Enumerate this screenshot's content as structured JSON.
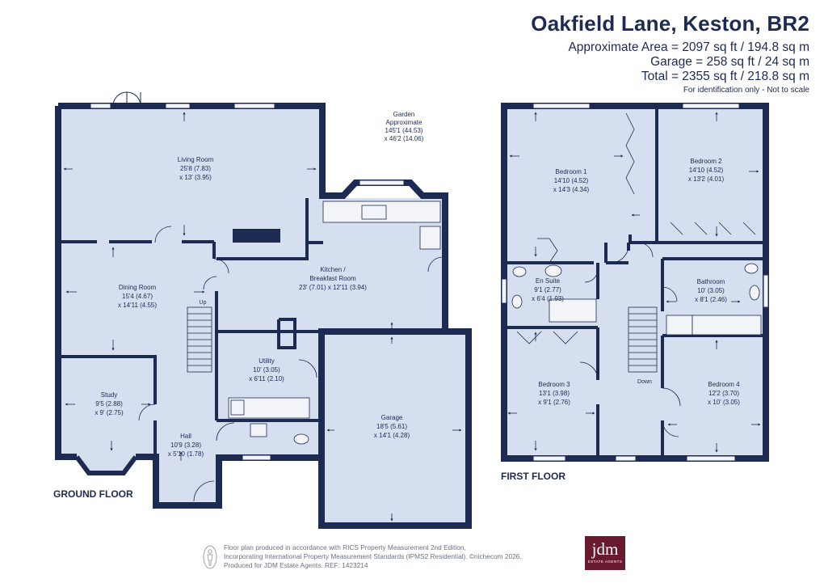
{
  "header": {
    "title": "Oakfield Lane, Keston, BR2",
    "area": "Approximate Area = 2097 sq ft / 194.8 sq m",
    "garage": "Garage = 258 sq ft / 24 sq m",
    "total": "Total = 2355 sq ft / 218.8 sq m",
    "note": "For identification only - Not to scale"
  },
  "ground_floor": {
    "label": "GROUND FLOOR",
    "rooms": {
      "living": {
        "name": "Living Room",
        "dim1": "25'8 (7.83)",
        "dim2": "x 13' (3.95)"
      },
      "dining": {
        "name": "Dining Room",
        "dim1": "15'4 (4.67)",
        "dim2": "x 14'11 (4.55)"
      },
      "kitchen": {
        "name": "Kitchen /",
        "name2": "Breakfast Room",
        "dim1": "23' (7.01) x 12'11 (3.94)"
      },
      "utility": {
        "name": "Utility",
        "dim1": "10' (3.05)",
        "dim2": "x 6'11 (2.10)"
      },
      "study": {
        "name": "Study",
        "dim1": "9'5 (2.88)",
        "dim2": "x 9' (2.75)"
      },
      "hall": {
        "name": "Hall",
        "dim1": "10'9 (3.28)",
        "dim2": "x 5'10 (1.78)"
      },
      "garage": {
        "name": "Garage",
        "dim1": "18'5 (5.61)",
        "dim2": "x 14'1 (4.28)"
      },
      "garden": {
        "name": "Garden",
        "name2": "Approximate",
        "dim1": "145'1 (44.53)",
        "dim2": "x 46'2 (14.06)"
      }
    },
    "stair_label": "Up"
  },
  "first_floor": {
    "label": "FIRST FLOOR",
    "rooms": {
      "bed1": {
        "name": "Bedroom 1",
        "dim1": "14'10 (4.52)",
        "dim2": "x 14'3 (4.34)"
      },
      "bed2": {
        "name": "Bedroom 2",
        "dim1": "14'10 (4.52)",
        "dim2": "x 13'2 (4.01)"
      },
      "ensuite": {
        "name": "En Suite",
        "dim1": "9'1 (2.77)",
        "dim2": "x 6'4 (1.93)"
      },
      "bathroom": {
        "name": "Bathroom",
        "dim1": "10' (3.05)",
        "dim2": "x 8'1 (2.46)"
      },
      "bed3": {
        "name": "Bedroom 3",
        "dim1": "13'1 (3.98)",
        "dim2": "x 9'1 (2.76)"
      },
      "bed4": {
        "name": "Bedroom 4",
        "dim1": "12'2 (3.70)",
        "dim2": "x 10' (3.05)"
      }
    },
    "stair_label": "Down"
  },
  "footer": {
    "line1": "Floor plan produced in accordance with RICS Property Measurement 2nd Edition,",
    "line2": "Incorporating International Property Measurement Standards (IPMS2 Residential).  ©nichecom 2026.",
    "line3": "Produced for JDM Estate Agents.   REF: 1423214"
  },
  "logo": {
    "main": "jdm",
    "sub": "ESTATE AGENTS",
    "color": "#6a1a2e"
  },
  "colors": {
    "wall": "#1d2a52",
    "floor": "#d5dff0",
    "window": "#f2f4f8"
  }
}
